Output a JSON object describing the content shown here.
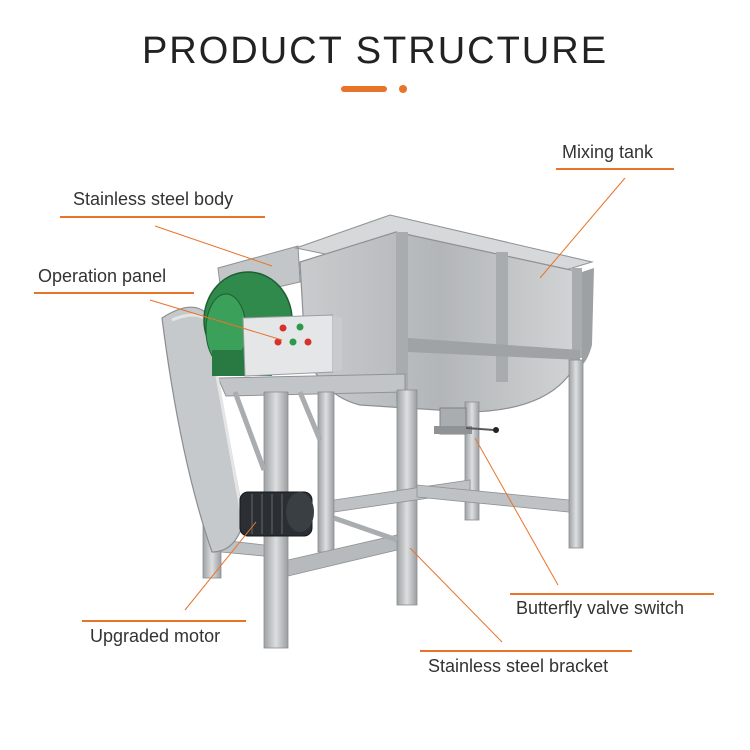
{
  "header": {
    "title": "PRODUCT STRUCTURE",
    "accent_color": "#e8742a"
  },
  "callouts": {
    "mixing_tank": "Mixing tank",
    "stainless_steel_body": "Stainless steel body",
    "operation_panel": "Operation panel",
    "butterfly_valve_switch": "Butterfly valve switch",
    "upgraded_motor": "Upgraded motor",
    "stainless_steel_bracket": "Stainless steel bracket"
  },
  "colors": {
    "steel": "#b9bcbe",
    "steel_dark": "#8d9193",
    "gearbox": "#2f8a4c",
    "panel": "#e4e6e8",
    "motor": "#2b2f33",
    "leader_line": "#e8742a"
  }
}
